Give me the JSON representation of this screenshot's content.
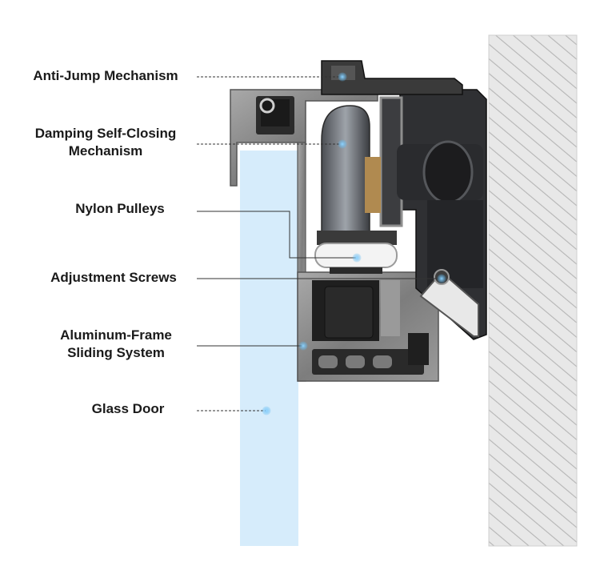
{
  "diagram": {
    "labels": {
      "anti_jump": "Anti-Jump Mechanism",
      "damping_line1": "Damping Self-Closing",
      "damping_line2": "Mechanism",
      "nylon": "Nylon Pulleys",
      "adjustment": "Adjustment Screws",
      "aluminum_line1": "Aluminum-Frame",
      "aluminum_line2": "Sliding System",
      "glass": "Glass Door"
    }
  },
  "colors": {
    "glass": "#d6ecfb",
    "dot": "#5cb8f0",
    "wall_fill": "#e6e6e6",
    "wall_hatch": "#b9b9b9",
    "aluminum": "#8c8c8c",
    "dark_parts": "#2a2a2a",
    "leader_line": "#333333"
  }
}
